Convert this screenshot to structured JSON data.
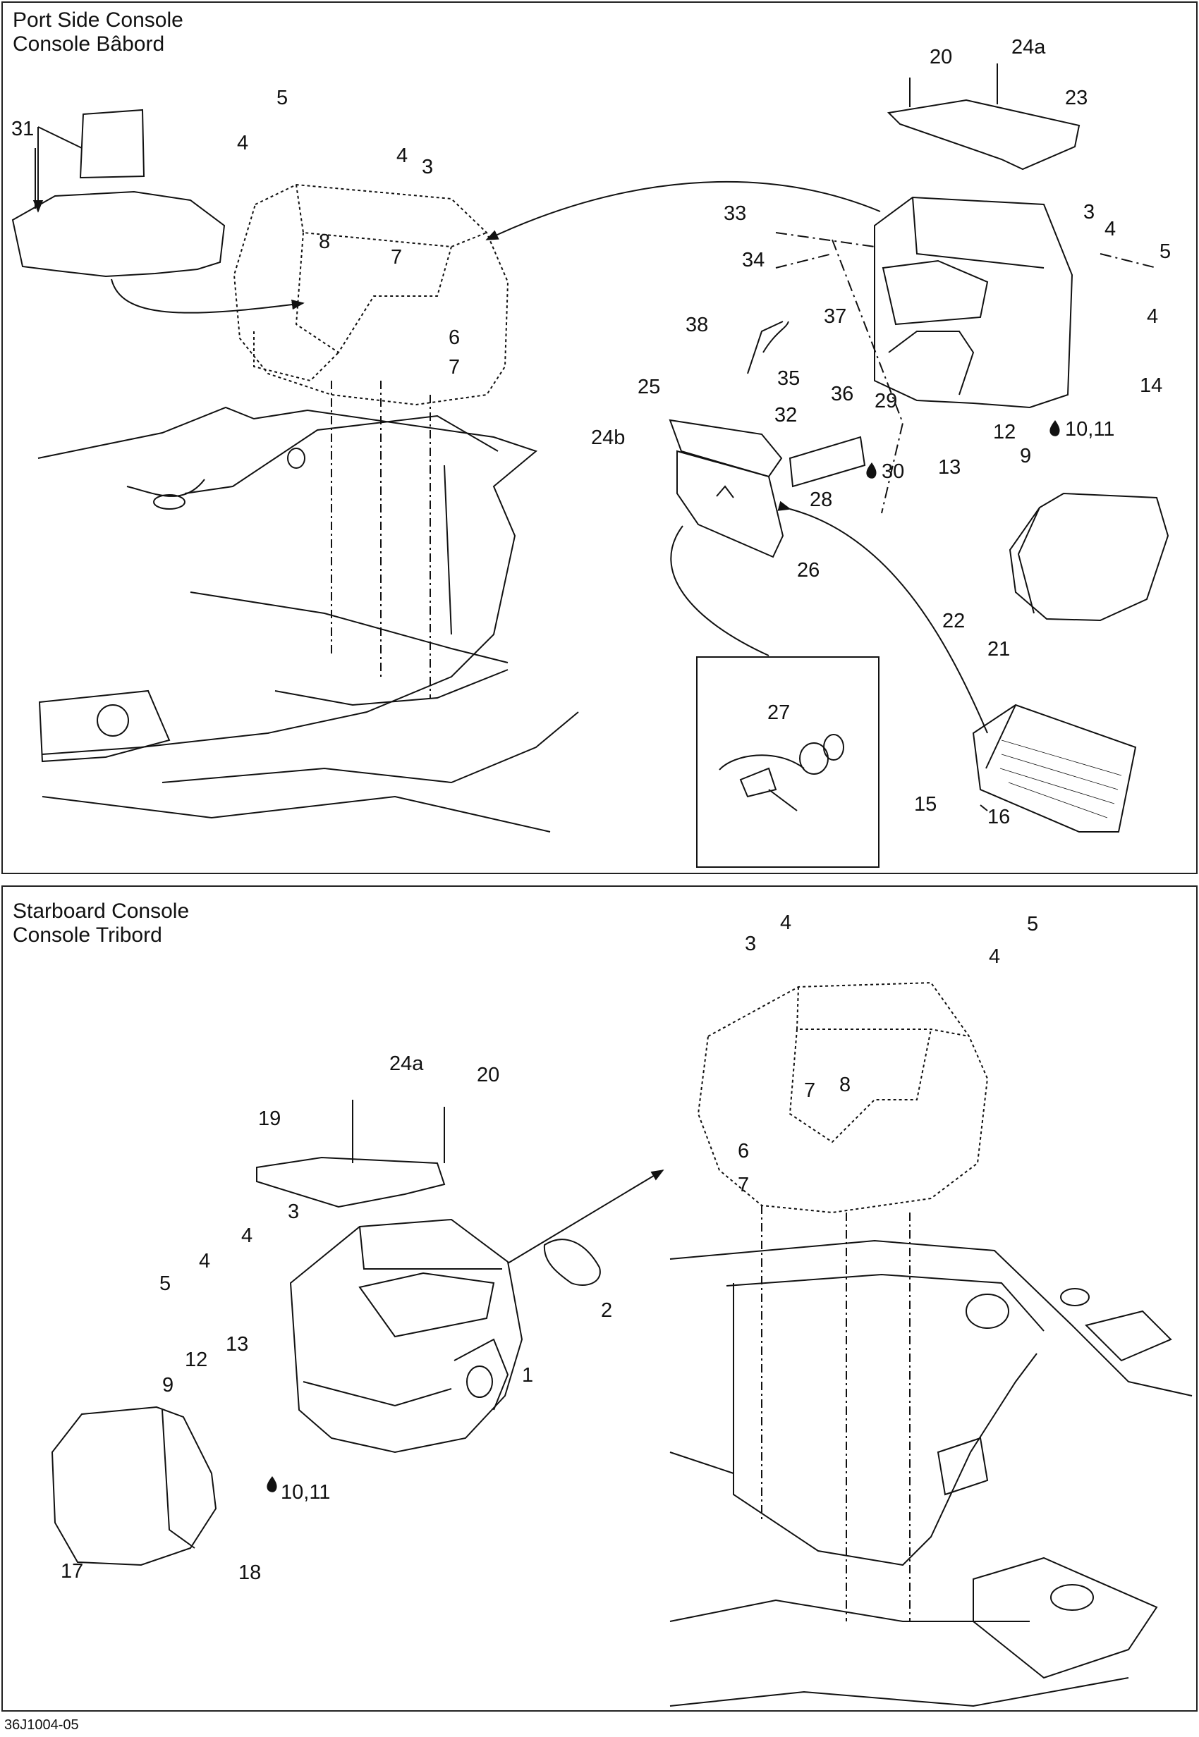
{
  "panels": {
    "port": {
      "title_line1": "Port Side Console",
      "title_line2": "Console Bâbord"
    },
    "starboard": {
      "title_line1": "Starboard Console",
      "title_line2": "Console Tribord"
    }
  },
  "footer": {
    "code": "36J1004-05"
  },
  "port_callouts": [
    "31",
    "5",
    "4",
    "4",
    "3",
    "8",
    "7",
    "6",
    "7",
    "20",
    "24a",
    "23",
    "33",
    "34",
    "3",
    "4",
    "5",
    "4",
    "14",
    "38",
    "37",
    "35",
    "36",
    "29",
    "30",
    "25",
    "32",
    "24b",
    "28",
    "12",
    "9",
    "10,11",
    "13",
    "26",
    "22",
    "21",
    "27",
    "15",
    "16"
  ],
  "starboard_callouts": [
    "4",
    "5",
    "3",
    "4",
    "8",
    "7",
    "6",
    "7",
    "24a",
    "20",
    "19",
    "3",
    "4",
    "4",
    "5",
    "2",
    "1",
    "13",
    "12",
    "9",
    "10,11",
    "17",
    "18"
  ],
  "loctite_labels": [
    "10,11",
    "30",
    "10,11"
  ]
}
